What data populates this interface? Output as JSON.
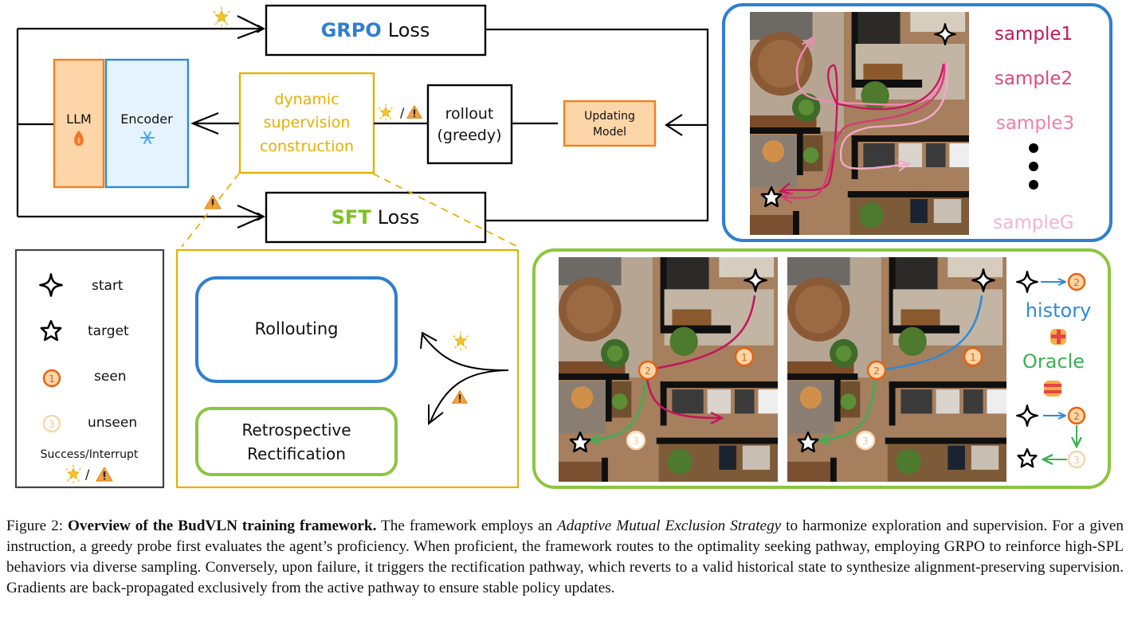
{
  "diagram": {
    "top_flow": {
      "grpo_loss": {
        "prefix": "GRPO",
        "suffix": "Loss"
      },
      "sft_loss": {
        "prefix": "SFT",
        "suffix": "Loss"
      },
      "llm_label": "LLM",
      "encoder_label": "Encoder",
      "dsc_lines": [
        "dynamic",
        "supervision",
        "construction"
      ],
      "rollout_lines": [
        "rollout",
        "(greedy)"
      ],
      "updating_lines": [
        "Updating",
        "Model"
      ],
      "success_interrupt_sep": "/"
    },
    "legend": {
      "items": [
        {
          "icon": "start-sparkle-icon",
          "label": "start"
        },
        {
          "icon": "target-star-icon",
          "label": "target"
        },
        {
          "icon": "seen-circle-icon",
          "badge": "1",
          "label": "seen"
        },
        {
          "icon": "unseen-circle-icon",
          "badge": "3",
          "label": "unseen"
        }
      ],
      "success_interrupt_label": "Success/Interrupt",
      "sep": "/"
    },
    "dsc_detail": {
      "rollouting_label": "Rollouting",
      "rectification_lines": [
        "Retrospective",
        "Rectification"
      ]
    },
    "grpo_panel": {
      "samples": [
        "sample1",
        "sample2",
        "sample3",
        "sampleG"
      ],
      "sample_colors": [
        "#c2185b",
        "#e0457b",
        "#ef7fa8",
        "#f6b3cc"
      ]
    },
    "rect_panel": {
      "left_map_badges": [
        "1",
        "2",
        "3"
      ],
      "right_map_badges": [
        "1",
        "2",
        "3"
      ],
      "equation": {
        "history_label": "history",
        "oracle_label": "Oracle",
        "badge_seen": "2",
        "badge_unseen": "3"
      }
    },
    "colors": {
      "blue": "#2f7fd0",
      "green": "#8cc63f",
      "yellow": "#e5b000",
      "orange": "#f08020",
      "llm_fill": "#fcd5a8",
      "encoder_fill": "#e4f3fd",
      "seen": "#e8600c",
      "unseen": "#f8d4ab",
      "magenta": "#c2185b",
      "oracle_green": "#3cb054"
    }
  },
  "caption": {
    "figure_label": "Figure 2:",
    "title": "Overview of the BudVLN training framework.",
    "text_1": " The framework employs an ",
    "italic": "Adaptive Mutual Exclusion Strategy",
    "text_2": " to harmonize exploration and supervision. For a given instruction, a greedy probe first evaluates the agent’s proficiency. When proficient, the framework routes to the optimality seeking pathway, employing GRPO to reinforce high-SPL behaviors via diverse sampling. Conversely, upon failure, it triggers the rectification pathway, which reverts to a valid historical state to synthesize alignment-preserving supervision. Gradients are back-propagated exclusively from the active pathway to ensure stable policy updates."
  }
}
